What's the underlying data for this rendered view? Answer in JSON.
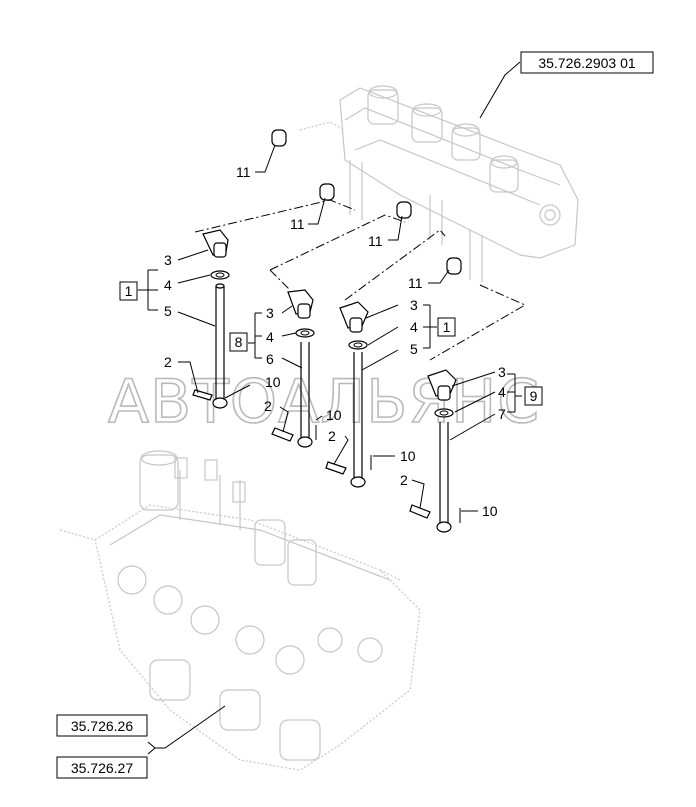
{
  "references": {
    "top": "35.726.2903 01",
    "bottom_1": "35.726.26",
    "bottom_2": "35.726.27"
  },
  "watermark": "АВТОАЛЬЯНС",
  "callouts": {
    "c11a": "11",
    "c11b": "11",
    "c11c": "11",
    "c11d": "11",
    "g1_3": "3",
    "g1_4": "4",
    "g1_5": "5",
    "g1_box": "1",
    "g1_2": "2",
    "g1_10": "10",
    "g2_3": "3",
    "g2_4": "4",
    "g2_6": "6",
    "g2_box": "8",
    "g2_2": "2",
    "g2_10": "10",
    "g3_3": "3",
    "g3_4": "4",
    "g3_5": "5",
    "g3_box": "1",
    "g3_2": "2",
    "g3_10": "10",
    "g4_3": "3",
    "g4_4": "4",
    "g4_7": "7",
    "g4_box": "9",
    "g4_2": "2",
    "g4_10": "10"
  }
}
